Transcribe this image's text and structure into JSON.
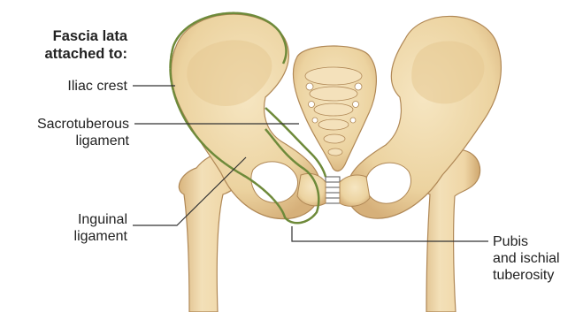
{
  "heading": [
    "Fascia lata",
    "attached to:"
  ],
  "labels": {
    "iliac_crest": [
      "Iliac crest"
    ],
    "sacrotuberous": [
      "Sacrotuberous",
      "ligament"
    ],
    "inguinal": [
      "Inguinal",
      "ligament"
    ],
    "pubis": [
      "Pubis",
      "and ischial",
      "tuberosity"
    ]
  },
  "colors": {
    "bone": "#f1dcb0",
    "bone_dark": "#d9b47c",
    "bone_edge": "#b08856",
    "fascia_line": "#6e8a3a",
    "leader": "#333333",
    "text": "#222222"
  }
}
